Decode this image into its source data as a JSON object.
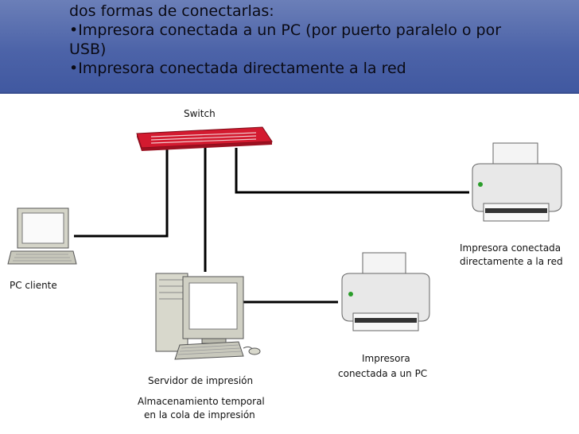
{
  "header": {
    "line1": "dos formas de conectarlas:",
    "line2": "•Impresora conectada a un PC (por puerto paralelo o por",
    "line3": "USB)",
    "line4": "•Impresora conectada directamente a la red"
  },
  "diagram": {
    "switch_label": "Switch",
    "pc_client_label": "PC cliente",
    "server_label": "Servidor de impresión",
    "server_note_1": "Almacenamiento temporal",
    "server_note_2": "en la cola de impresión",
    "net_printer_label_1": "Impresora conectada",
    "net_printer_label_2": "directamente a la red",
    "pc_printer_label_1": "Impresora",
    "pc_printer_label_2": "conectada a un PC",
    "colors": {
      "switch": "#c8102e",
      "header": "#4c63a8"
    }
  }
}
